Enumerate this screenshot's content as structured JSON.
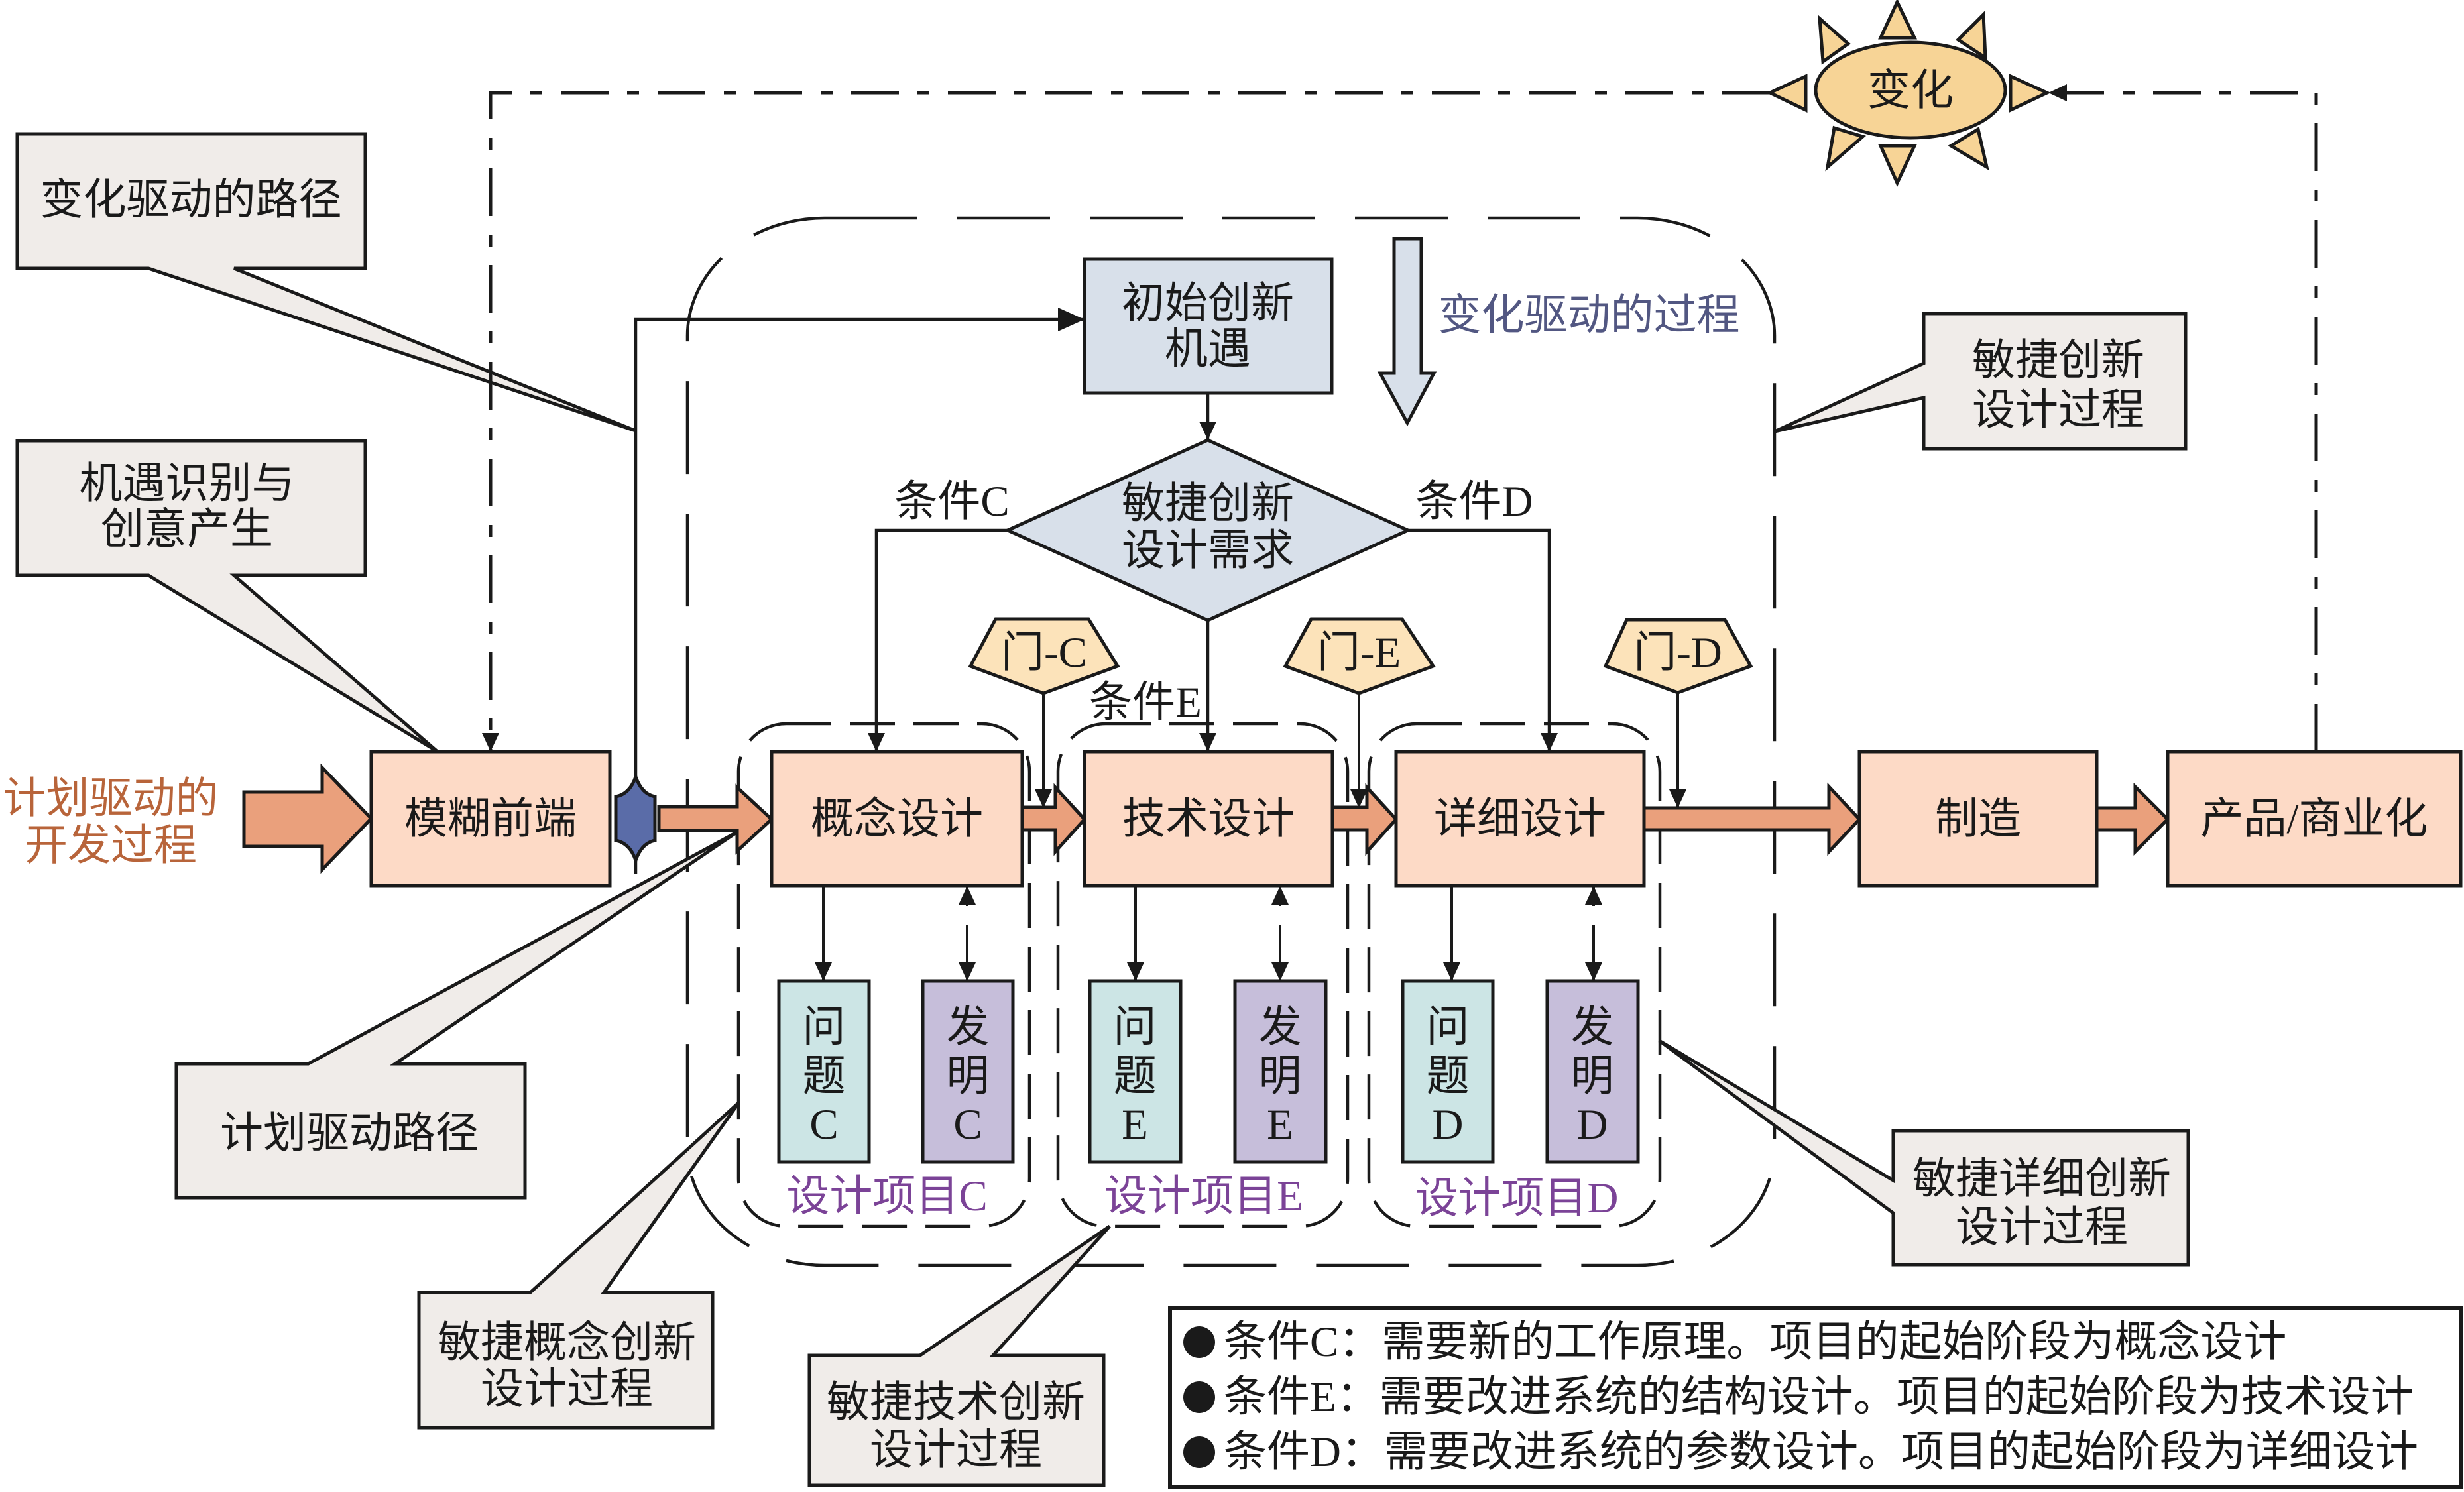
{
  "colors": {
    "process_box": "#FDDAC6",
    "flow_arrow": "#EAA07C",
    "problem_box": "#CCE5E5",
    "invention_box": "#C6BEDA",
    "gate": "#FCE3BA",
    "change_sun": "#F7D496",
    "decision_box": "#D8E0EA",
    "callout": "#F0ECE9",
    "plan_driven_text": "#B8643A",
    "change_driven_text": "#525782",
    "project_label": "#7B4397",
    "front_end_marker": "#5A6CA8",
    "line": "#1A1A1A"
  },
  "process": {
    "fuzzy_front_end": "模糊前端",
    "concept_design": "概念设计",
    "technical_design": "技术设计",
    "detailed_design": "详细设计",
    "manufacturing": "制造",
    "product_commercialization": "产品/商业化"
  },
  "initial_opportunity": {
    "lines": [
      "初始创新",
      "机遇"
    ]
  },
  "decision": {
    "lines": [
      "敏捷创新",
      "设计需求"
    ]
  },
  "change": {
    "label": "变化"
  },
  "flow_labels": {
    "plan_driven_process": [
      "计划驱动的",
      "开发过程"
    ],
    "change_driven_process": "变化驱动的过程",
    "condition_c": "条件C",
    "condition_e": "条件E",
    "condition_d": "条件D"
  },
  "gates": [
    "门-C",
    "门-E",
    "门-D"
  ],
  "design_projects": [
    {
      "label": "设计项目C",
      "problem": [
        "问",
        "题",
        "C"
      ],
      "invention": [
        "发",
        "明",
        "C"
      ]
    },
    {
      "label": "设计项目E",
      "problem": [
        "问",
        "题",
        "E"
      ],
      "invention": [
        "发",
        "明",
        "E"
      ]
    },
    {
      "label": "设计项目D",
      "problem": [
        "问",
        "题",
        "D"
      ],
      "invention": [
        "发",
        "明",
        "D"
      ]
    }
  ],
  "callouts": {
    "change_driven_path": [
      "变化驱动的路径"
    ],
    "opportunity_identification": [
      "机遇识别与",
      "创意产生"
    ],
    "plan_driven_path": [
      "计划驱动路径"
    ],
    "agile_innovation_design_process": [
      "敏捷创新",
      "设计过程"
    ],
    "agile_concept_innovation": [
      "敏捷概念创新",
      "设计过程"
    ],
    "agile_technical_innovation": [
      "敏捷技术创新",
      "设计过程"
    ],
    "agile_detailed_innovation": [
      "敏捷详细创新",
      "设计过程"
    ]
  },
  "legend": {
    "items": [
      "条件C：需要新的工作原理。项目的起始阶段为概念设计",
      "条件E：需要改进系统的结构设计。项目的起始阶段为技术设计",
      "条件D：需要改进系统的参数设计。项目的起始阶段为详细设计"
    ]
  }
}
